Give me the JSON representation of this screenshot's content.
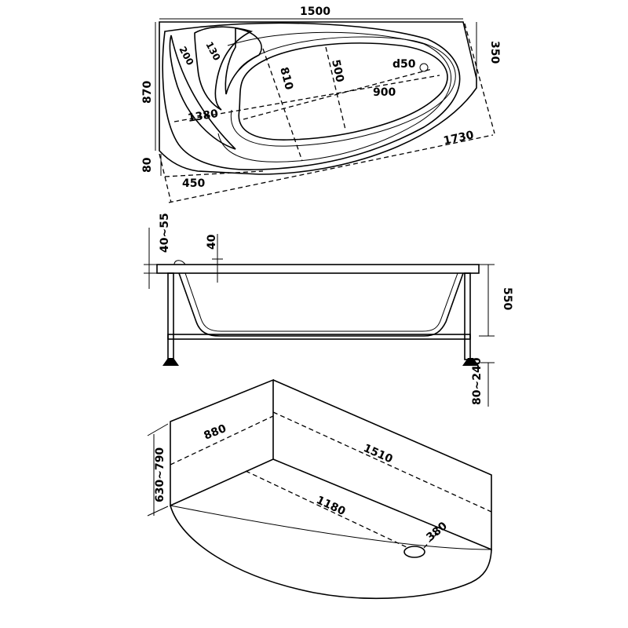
{
  "colors": {
    "ink": "#000000",
    "paper": "#ffffff"
  },
  "top_view": {
    "width": "1500",
    "height": "870",
    "corner_cut": "350",
    "bowl_width": "810",
    "inner_depth": "500",
    "drain": "d50",
    "inner_length": "900",
    "diag_length": "1380",
    "outer_diag": "1730",
    "edge_offset": "80",
    "front_offset": "450",
    "headrest_a": "200",
    "headrest_b": "130"
  },
  "side_view": {
    "rim": "40~55",
    "rim_inner": "40",
    "depth": "550",
    "legs": "80~240"
  },
  "perspective_view": {
    "side": "880",
    "height": "630~790",
    "back_length": "1510",
    "front_length": "1180",
    "drain_offset": "380"
  }
}
